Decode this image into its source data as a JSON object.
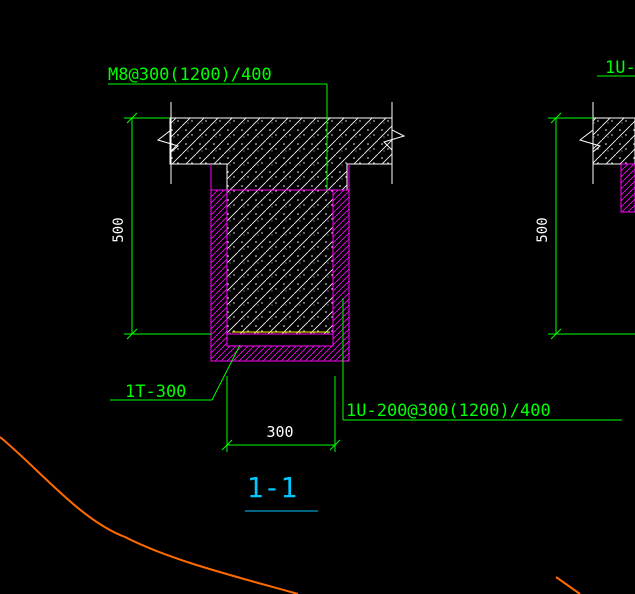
{
  "colors": {
    "background": "#000000",
    "dimension": "#00ff00",
    "hatch": "#ffffff",
    "wall": "#ff00ff",
    "section_label": "#00c8ff",
    "curve": "#ff6a00",
    "leader_yellow": "#ffff00"
  },
  "labels": {
    "top_rebar": "M8@300(1200)/400",
    "left_rebar": "1T-300",
    "right_rebar": "1U-200@300(1200)/400",
    "height_dim": "500",
    "width_dim": "300",
    "section_title": "1-1",
    "right_rebar_partial": "1U-",
    "right_height_dim": "500"
  },
  "icons": {
    "break_left": "zigzag-break-icon",
    "break_right": "zigzag-break-icon"
  }
}
